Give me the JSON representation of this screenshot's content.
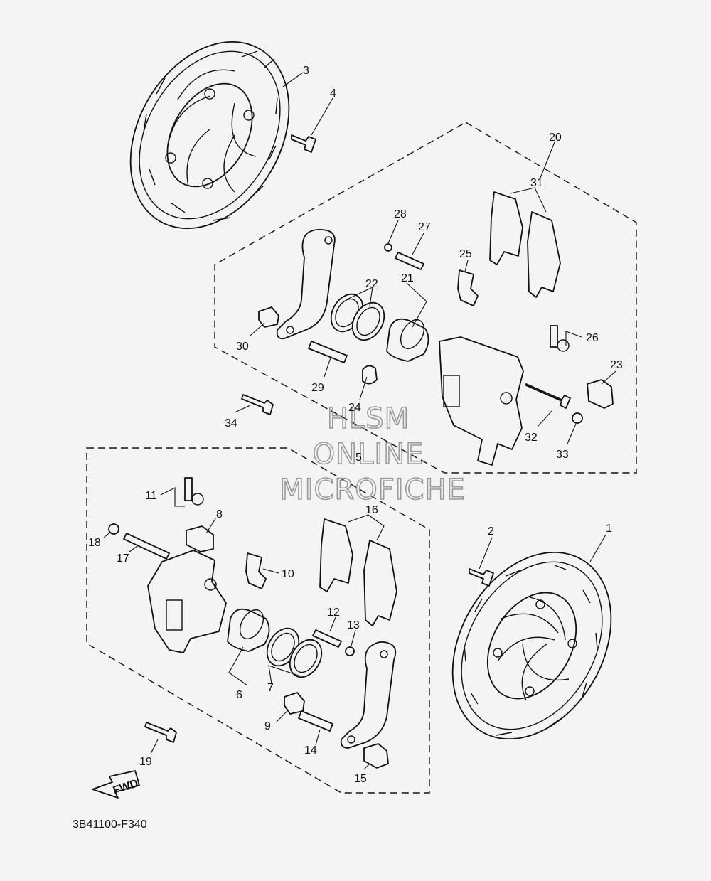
{
  "diagram": {
    "drawing_code": "3B41100-F340",
    "direction_marker": "FWD",
    "watermark": [
      "HLSM",
      "ONLINE",
      "MICROFICHE"
    ],
    "callouts": [
      "1",
      "2",
      "3",
      "4",
      "5",
      "6",
      "7",
      "8",
      "9",
      "10",
      "11",
      "12",
      "13",
      "14",
      "15",
      "16",
      "17",
      "18",
      "19",
      "20",
      "21",
      "22",
      "23",
      "24",
      "25",
      "26",
      "27",
      "28",
      "29",
      "30",
      "31",
      "32",
      "33",
      "34"
    ]
  }
}
